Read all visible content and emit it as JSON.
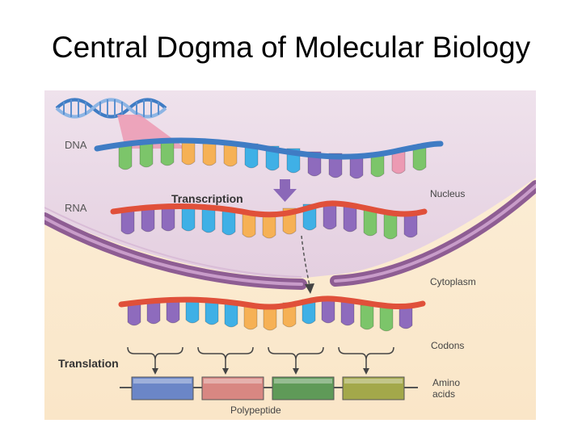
{
  "title": "Central Dogma of Molecular Biology",
  "labels": {
    "dna": "DNA",
    "rna": "RNA",
    "transcription": "Transcription",
    "nucleus": "Nucleus",
    "cytoplasm": "Cytoplasm",
    "codons": "Codons",
    "translation": "Translation",
    "amino_acids_line1": "Amino",
    "amino_acids_line2": "acids",
    "polypeptide": "Polypeptide"
  },
  "colors": {
    "nucleus_fill": "#ead8e6",
    "cytoplasm_fill": "#fbecd6",
    "membrane": "#8e5d93",
    "dna_backbone": "#3f7cc4",
    "rna_backbone": "#e0503a",
    "base_green": "#7cc56a",
    "base_orange": "#f6b155",
    "base_blue": "#3fb0e6",
    "base_purple": "#8e6bbd",
    "base_pink": "#ec9ab3",
    "arrow_purple": "#8b68b8",
    "amino_blue": "#6b86c7",
    "amino_pink": "#d88782",
    "amino_green": "#5f9a58",
    "amino_olive": "#a3a84a"
  },
  "sequences": {
    "dna_bases": [
      "green",
      "green",
      "green",
      "orange",
      "orange",
      "orange",
      "blue",
      "blue",
      "blue",
      "purple",
      "purple",
      "purple",
      "green",
      "pink",
      "green"
    ],
    "rna_bases": [
      "purple",
      "purple",
      "purple",
      "blue",
      "blue",
      "blue",
      "orange",
      "orange",
      "orange",
      "blue",
      "purple",
      "purple",
      "green",
      "green",
      "purple"
    ],
    "codon_bases": [
      "purple",
      "purple",
      "purple",
      "blue",
      "blue",
      "blue",
      "orange",
      "orange",
      "orange",
      "blue",
      "purple",
      "purple",
      "green",
      "green",
      "purple"
    ],
    "amino_acids": [
      "blue",
      "pink",
      "green",
      "olive"
    ]
  }
}
